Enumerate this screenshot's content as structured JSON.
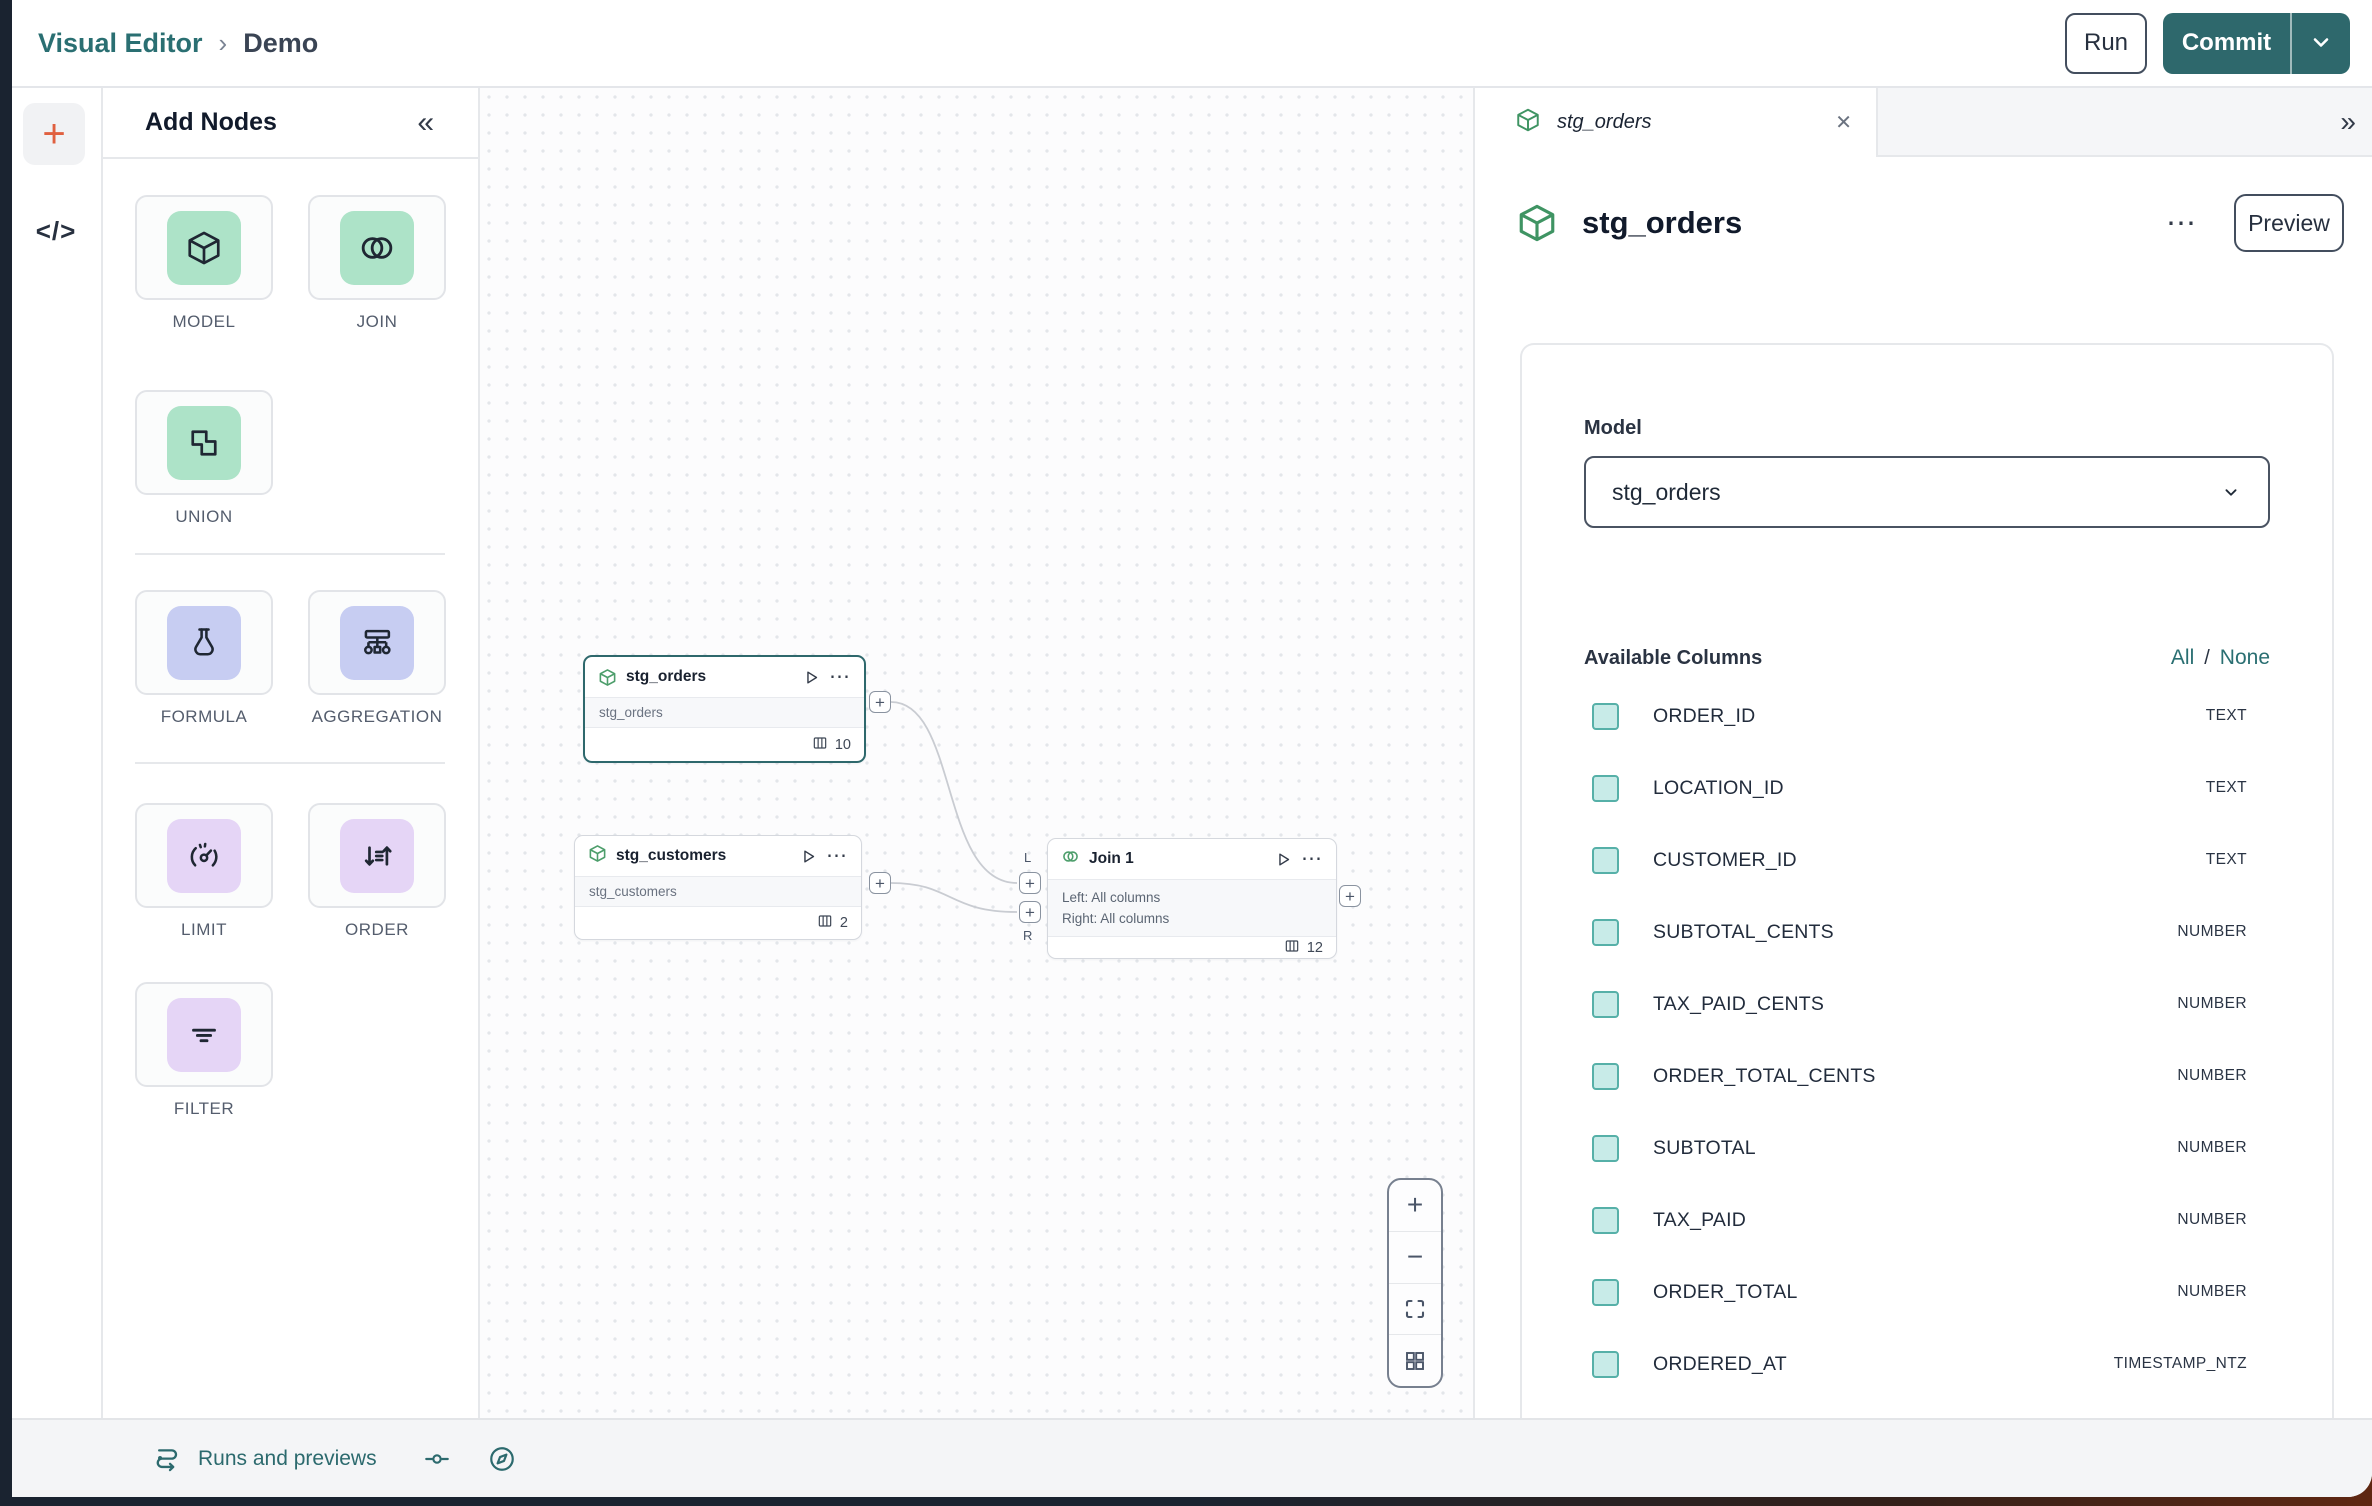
{
  "header": {
    "breadcrumb": {
      "root": "Visual Editor",
      "separator": "›",
      "current": "Demo"
    },
    "run_label": "Run",
    "commit_label": "Commit"
  },
  "left_rail": {
    "add_button": "+",
    "code_toggle": "</>"
  },
  "add_nodes": {
    "title": "Add Nodes",
    "collapse_glyph": "«",
    "items": [
      {
        "label": "MODEL",
        "icon": "model-cube-icon"
      },
      {
        "label": "JOIN",
        "icon": "join-circles-icon"
      },
      {
        "label": "UNION",
        "icon": "union-shape-icon"
      },
      {
        "label": "FORMULA",
        "icon": "formula-flask-icon"
      },
      {
        "label": "AGGREGATION",
        "icon": "aggregation-tree-icon"
      },
      {
        "label": "LIMIT",
        "icon": "limit-gauge-icon"
      },
      {
        "label": "ORDER",
        "icon": "order-sort-icon"
      },
      {
        "label": "FILTER",
        "icon": "filter-lines-icon"
      }
    ]
  },
  "canvas": {
    "node_menu_glyph": "⋯",
    "port_plus": "+",
    "join_left_label": "L",
    "join_right_label": "R",
    "nodes": [
      {
        "title": "stg_orders",
        "subtitle": "stg_orders",
        "column_count": "10"
      },
      {
        "title": "stg_customers",
        "subtitle": "stg_customers",
        "column_count": "2"
      },
      {
        "title": "Join 1",
        "left_config": "Left: All columns",
        "right_config": "Right: All columns",
        "column_count": "12"
      }
    ],
    "zoom_controls": {
      "zoom_in": "+",
      "zoom_out": "−"
    }
  },
  "inspector": {
    "tab_title": "stg_orders",
    "close_glyph": "✕",
    "expand_glyph": "»",
    "title": "stg_orders",
    "menu_glyph": "⋯",
    "preview_label": "Preview",
    "model_label": "Model",
    "model_value": "stg_orders",
    "columns_header": "Available Columns",
    "select_all": "All",
    "select_separator": "/",
    "select_none": "None",
    "columns": [
      {
        "name": "ORDER_ID",
        "type": "TEXT"
      },
      {
        "name": "LOCATION_ID",
        "type": "TEXT"
      },
      {
        "name": "CUSTOMER_ID",
        "type": "TEXT"
      },
      {
        "name": "SUBTOTAL_CENTS",
        "type": "NUMBER"
      },
      {
        "name": "TAX_PAID_CENTS",
        "type": "NUMBER"
      },
      {
        "name": "ORDER_TOTAL_CENTS",
        "type": "NUMBER"
      },
      {
        "name": "SUBTOTAL",
        "type": "NUMBER"
      },
      {
        "name": "TAX_PAID",
        "type": "NUMBER"
      },
      {
        "name": "ORDER_TOTAL",
        "type": "NUMBER"
      },
      {
        "name": "ORDERED_AT",
        "type": "TIMESTAMP_NTZ"
      }
    ]
  },
  "status_bar": {
    "runs_label": "Runs and previews"
  },
  "colors": {
    "brand_teal": "#2E686C",
    "link_teal": "#2A6F72",
    "selected_node_border": "#2E686C",
    "node_icon_green": "#4D9E6B",
    "tile_green": "#ADE3C8",
    "tile_periwinkle": "#C7CDF2",
    "tile_purple": "#E5D5F6",
    "checkbox_fill": "#C8EBE8",
    "checkbox_border": "#56B0A8",
    "plus_orange": "#E0603F",
    "canvas_dot": "#E3E6EA"
  }
}
